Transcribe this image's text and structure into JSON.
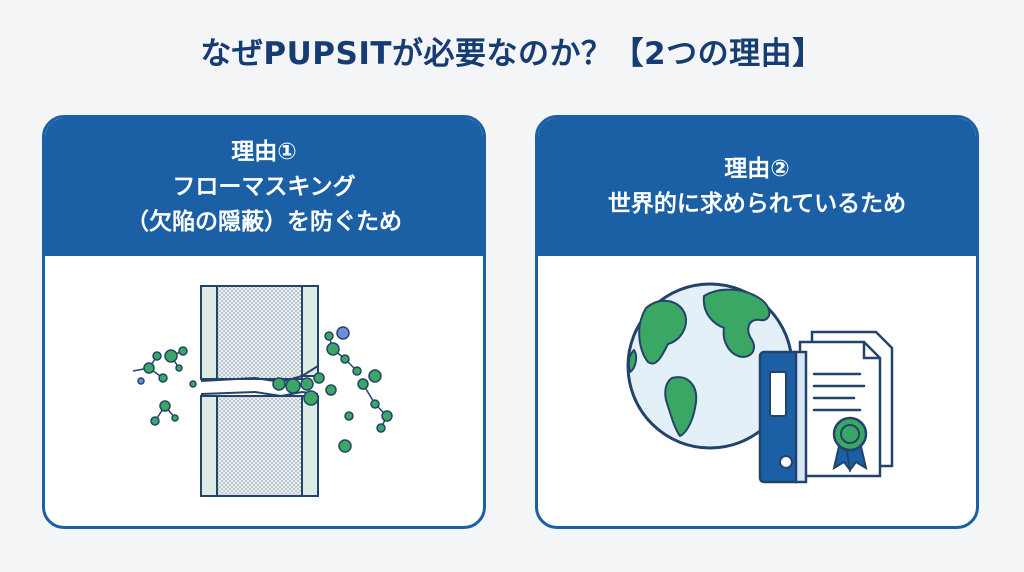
{
  "title": "なぜPUPSITが必要なのか？【2つの理由】",
  "cards": [
    {
      "heading": "理由①",
      "lines": [
        "フローマスキング",
        "（欠陥の隠蔽）を防ぐため"
      ],
      "illustration": "filter-membrane-defect-icon"
    },
    {
      "heading": "理由②",
      "lines": [
        "世界的に求められているため"
      ],
      "illustration": "globe-and-certificate-icon"
    }
  ],
  "colors": {
    "title": "#163d73",
    "header_bg": "#1b5fa5",
    "card_border": "#1b5fa5",
    "page_bg": "#f4f5f7",
    "green": "#3aa864",
    "light_blue": "#e4f0f8"
  }
}
